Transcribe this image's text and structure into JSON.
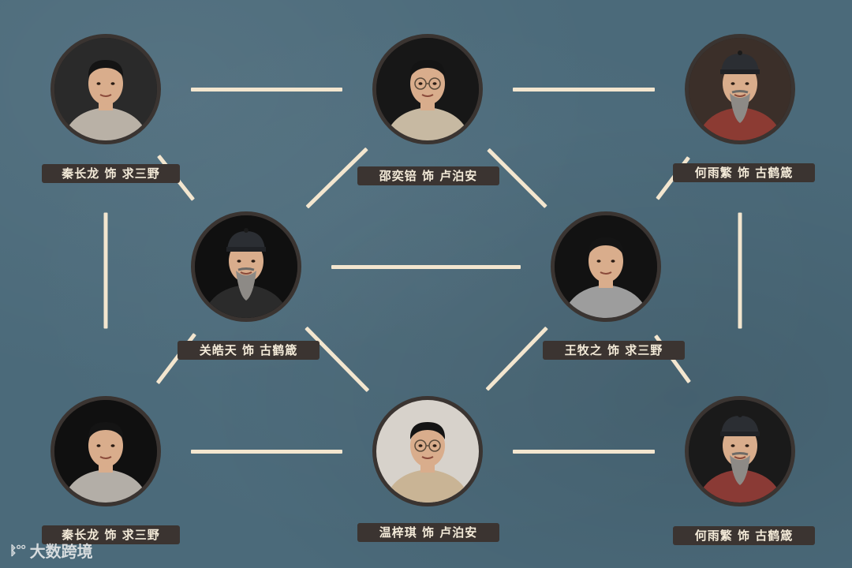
{
  "background_color": "#4b6a7a",
  "line_color": "#f3e6cf",
  "label_bg": "#3b3431",
  "nodes": [
    {
      "id": "n1",
      "label": "秦长龙 饰 求三野",
      "hat": false,
      "beard": false,
      "glasses": false,
      "shirt": "#b9b1a6",
      "bg": "#2a2a2a"
    },
    {
      "id": "n2",
      "label": "邵奕锫 饰 卢泊安",
      "hat": false,
      "beard": false,
      "glasses": true,
      "shirt": "#c7b9a2",
      "bg": "#171717"
    },
    {
      "id": "n3",
      "label": "何雨繁 饰 古鹤箴",
      "hat": true,
      "beard": true,
      "glasses": false,
      "shirt": "#8c3b33",
      "bg": "#3b2f29"
    },
    {
      "id": "n4",
      "label": "关皓天 饰 古鹤箴",
      "hat": true,
      "beard": true,
      "glasses": false,
      "shirt": "#2b2b2b",
      "bg": "#101010"
    },
    {
      "id": "n5",
      "label": "王牧之 饰 求三野",
      "hat": false,
      "beard": false,
      "glasses": false,
      "shirt": "#9d9d9d",
      "bg": "#121212"
    },
    {
      "id": "n6",
      "label": "秦长龙 饰 求三野",
      "hat": false,
      "beard": false,
      "glasses": false,
      "shirt": "#b3aea7",
      "bg": "#101010"
    },
    {
      "id": "n7",
      "label": "温梓琪 饰 卢泊安",
      "hat": false,
      "beard": false,
      "glasses": true,
      "shirt": "#c9b495",
      "bg": "#d7d2cb"
    },
    {
      "id": "n8",
      "label": "何雨繁 饰 古鹤箴",
      "hat": true,
      "beard": true,
      "glasses": false,
      "shirt": "#8a3a35",
      "bg": "#1a1a1a"
    }
  ],
  "edges": [
    [
      "n1",
      "n2"
    ],
    [
      "n2",
      "n3"
    ],
    [
      "n1",
      "n4"
    ],
    [
      "n2",
      "n4"
    ],
    [
      "n2",
      "n5"
    ],
    [
      "n3",
      "n5"
    ],
    [
      "n1",
      "n6"
    ],
    [
      "n4",
      "n5"
    ],
    [
      "n3",
      "n8"
    ],
    [
      "n4",
      "n6"
    ],
    [
      "n4",
      "n7"
    ],
    [
      "n5",
      "n7"
    ],
    [
      "n5",
      "n8"
    ],
    [
      "n6",
      "n7"
    ],
    [
      "n7",
      "n8"
    ]
  ],
  "watermark": {
    "icon": "bd-logo-icon",
    "text": "大数跨境"
  }
}
